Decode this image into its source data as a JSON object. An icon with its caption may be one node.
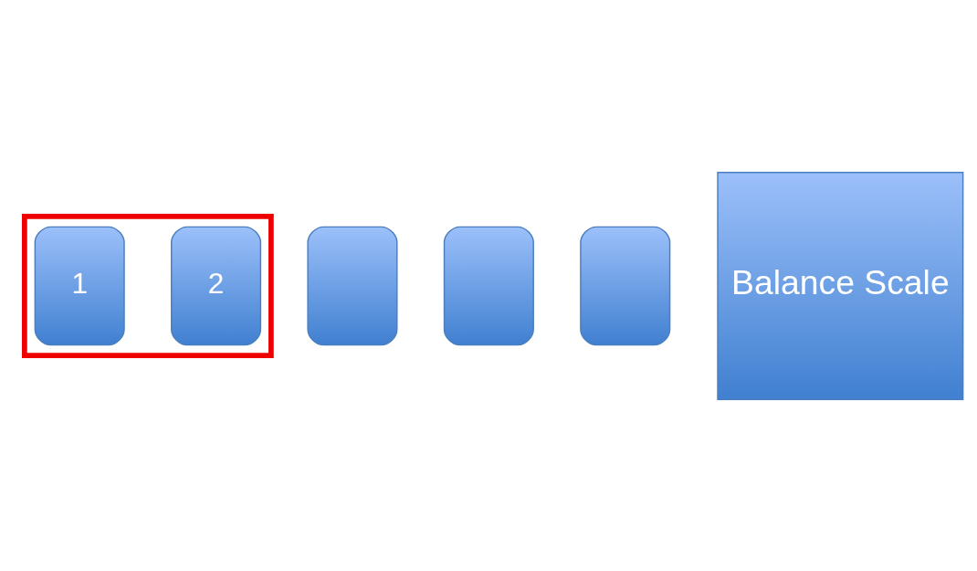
{
  "diagram": {
    "nodes": [
      {
        "text": [],
        "shape": "box"
      },
      {
        "text": [
          "1"
        ],
        "in": 0
      },
      {
        "text": [
          "2"
        ],
        "in": 0
      },
      {
        "text": [],
        "shape": "box"
      },
      {
        "text": [],
        "shape": "box"
      },
      {
        "text": [],
        "shape": "box"
      },
      {
        "text": [
          "Balance Scale"
        ]
      }
    ],
    "edges": []
  }
}
